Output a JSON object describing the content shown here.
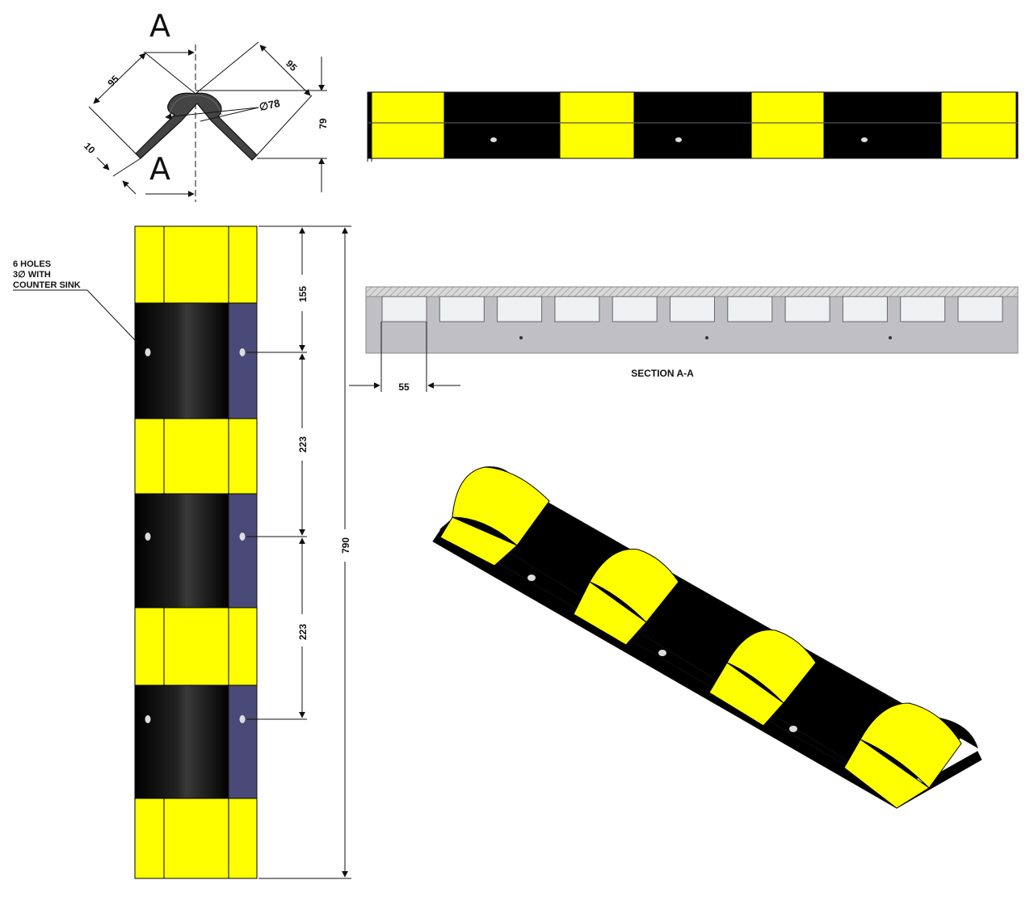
{
  "colors": {
    "yellow": "#ffff00",
    "black": "#000000",
    "backing": "#4a4a78",
    "section_fill": "#c0c0c4",
    "section_hatch": "#9a9a9a"
  },
  "section_marker": "A",
  "cross_section": {
    "leg_dim_left": "95",
    "leg_dim_right": "95",
    "thickness": "10",
    "diameter": "∅78",
    "height": "79"
  },
  "front_view": {
    "note_line1": "6 HOLES",
    "note_line2": "3∅ WITH",
    "note_line3": "COUNTER SINK",
    "dim_top": "155",
    "dim_mid1": "223",
    "dim_mid2": "223",
    "dim_total": "790"
  },
  "section_view": {
    "title": "SECTION A-A",
    "pitch": "55"
  }
}
